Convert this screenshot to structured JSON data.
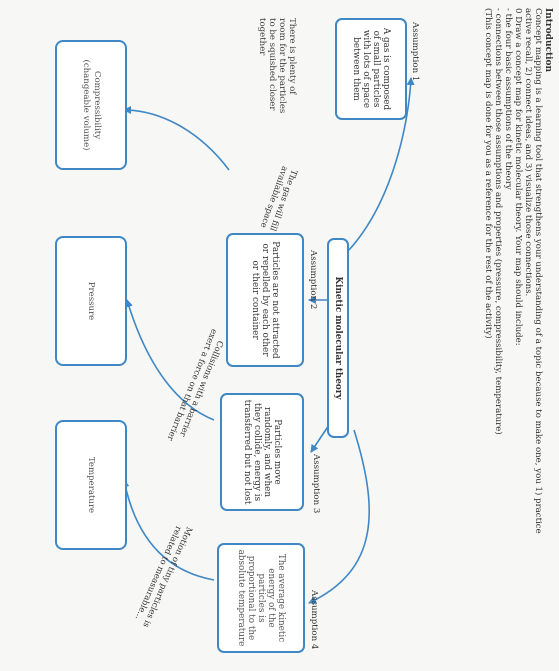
{
  "intro": {
    "heading": "Introduction",
    "lines": [
      "Concept mapping is a learning tool that strengthens your understanding of a topic because to make one, you 1) practice",
      "active recall, 2) connect ideas, and 3) visualize those connections.",
      "0 Draw a concept map for kinetic molecular theory. Your map should include:",
      "- the four basic assumptions of the theory",
      "- connections between those assumptions and properties (pressure, compressibility, temperature)",
      "(This concept map is done for you as a reference for the rest of the activity)"
    ]
  },
  "center": {
    "title": "Kinetic molecular theory"
  },
  "assumptions": [
    {
      "label": "Assumption 1",
      "text": "A gas is composed of small particles with lots of space between them"
    },
    {
      "label": "Assumption 2",
      "text": "Particles are not attracted or repelled by each other or their container"
    },
    {
      "label": "Assumption 3",
      "text": "Particles move randomly, and when they collide, energy is transferred but not lost"
    },
    {
      "label": "Assumption 4",
      "text": "The average kinetic energy of the particles is proportional to the absolute temperature"
    }
  ],
  "side_note": "There is plenty of room for the particles to be squished closer together",
  "links": [
    "The gas will fill available space",
    "Collisions with a barrier exert a force on that barrier",
    "Motion of tiny particles is related to measurable..."
  ],
  "properties": [
    {
      "line1": "Compressibility",
      "line2": "(changeable volume)"
    },
    {
      "line1": "Pressure",
      "line2": ""
    },
    {
      "line1": "Temperature",
      "line2": ""
    }
  ],
  "colors": {
    "accent": "#3f88c5"
  }
}
